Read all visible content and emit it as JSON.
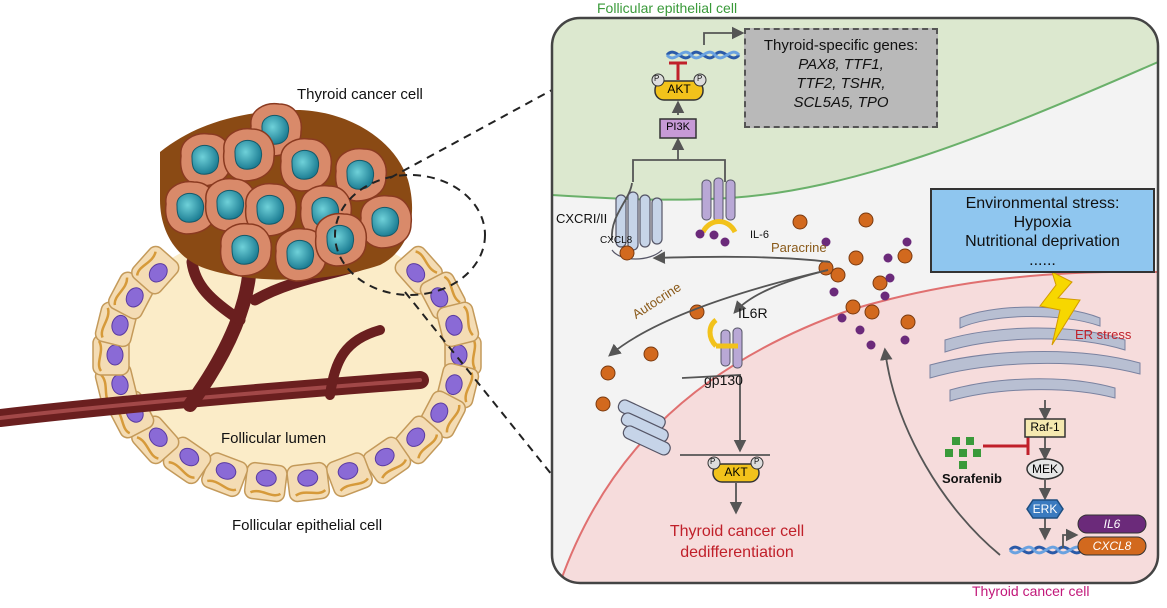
{
  "titles": {
    "follicular_epithelial_cell_top": "Follicular epithelial cell",
    "thyroid_cancer_cell_left": "Thyroid cancer cell",
    "follicular_lumen": "Follicular lumen",
    "follicular_epithelial_cell_bottom": "Follicular epithelial cell",
    "thyroid_cancer_cell_bottom_right": "Thyroid cancer cell"
  },
  "gene_box": {
    "heading": "Thyroid-specific genes:",
    "line1": "PAX8, TTF1,",
    "line2": "TTF2, TSHR,",
    "line3": "SCL5A5, TPO"
  },
  "environment_box": {
    "heading": "Environmental stress:",
    "line1": "Hypoxia",
    "line2": "Nutritional deprivation",
    "line3": "......"
  },
  "labels": {
    "akt_top": "AKT",
    "pi3k": "PI3K",
    "cxcr": "CXCRI/II",
    "cxcl8_small": "CXCL8",
    "il6_small": "IL-6",
    "paracrine": "Paracrine",
    "autocrine": "Autocrine",
    "il6r": "IL6R",
    "gp130": "gp130",
    "akt_bottom": "AKT",
    "er_stress": "ER stress",
    "raf1": "Raf-1",
    "mek": "MEK",
    "erk": "ERK",
    "sorafenib": "Sorafenib",
    "il6_product": "IL6",
    "cxcl8_product": "CXCL8",
    "phospho": "P",
    "dediff_line1": "Thyroid cancer cell",
    "dediff_line2": "dedifferentiation"
  },
  "colors": {
    "green_region": "#dce8cf",
    "red_region": "#f6dcdc",
    "panel_bg": "#f3f3f3",
    "cancer_mass": "#8a4a14",
    "lumen": "#fbecc8",
    "vessel": "#6a1f1f",
    "orange_dot": "#d2691e",
    "purple_dot": "#6b2a7a",
    "akt_yellow": "#f2c21b",
    "pi3k_purple": "#c79ad6",
    "env_blue": "#8fc6ef",
    "gene_grey": "#b9b9b9"
  }
}
